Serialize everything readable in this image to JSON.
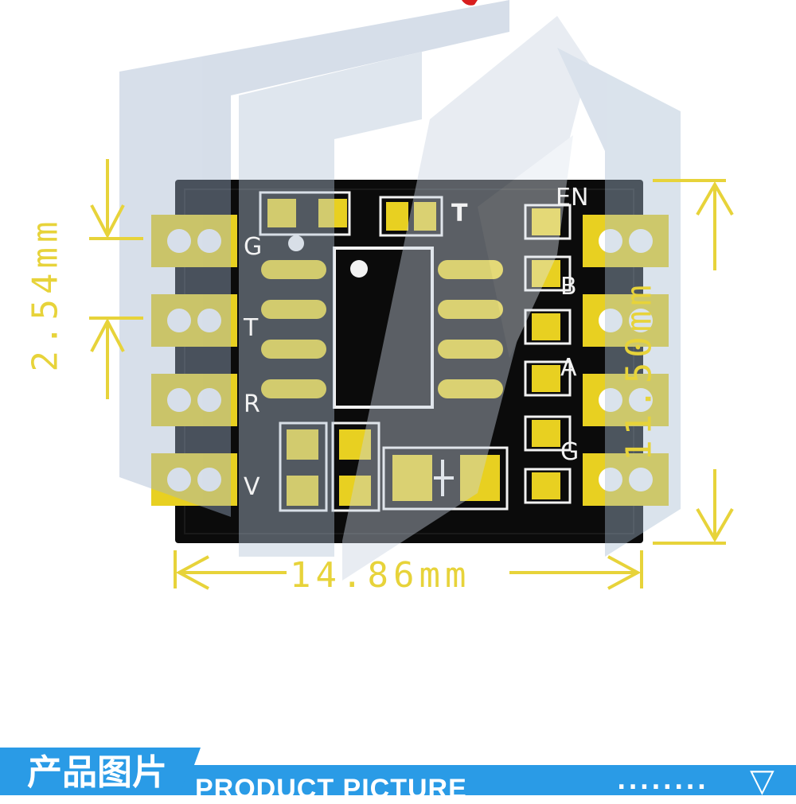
{
  "board": {
    "silkscreen_labels": {
      "g_left": "G",
      "t_left": "T",
      "r_left": "R",
      "v_left": "V",
      "t_top": "T",
      "en": "EN",
      "b": "B",
      "a": "A",
      "g_right": "G"
    }
  },
  "dimensions": {
    "width": "14.86mm",
    "height": "11.50mm",
    "pitch": "2.54mm"
  },
  "banner": {
    "title_cn": "产品图片",
    "title_en": "PRODUCT PICTURE",
    "dots": "........",
    "arrow": "▽"
  },
  "colors": {
    "board": "#0b0b0b",
    "pad": "#e8d021",
    "silkscreen": "#f2f2f2",
    "dimension": "#e7d33a",
    "watermark": "#9fb3cc",
    "banner": "#2a9be6"
  }
}
